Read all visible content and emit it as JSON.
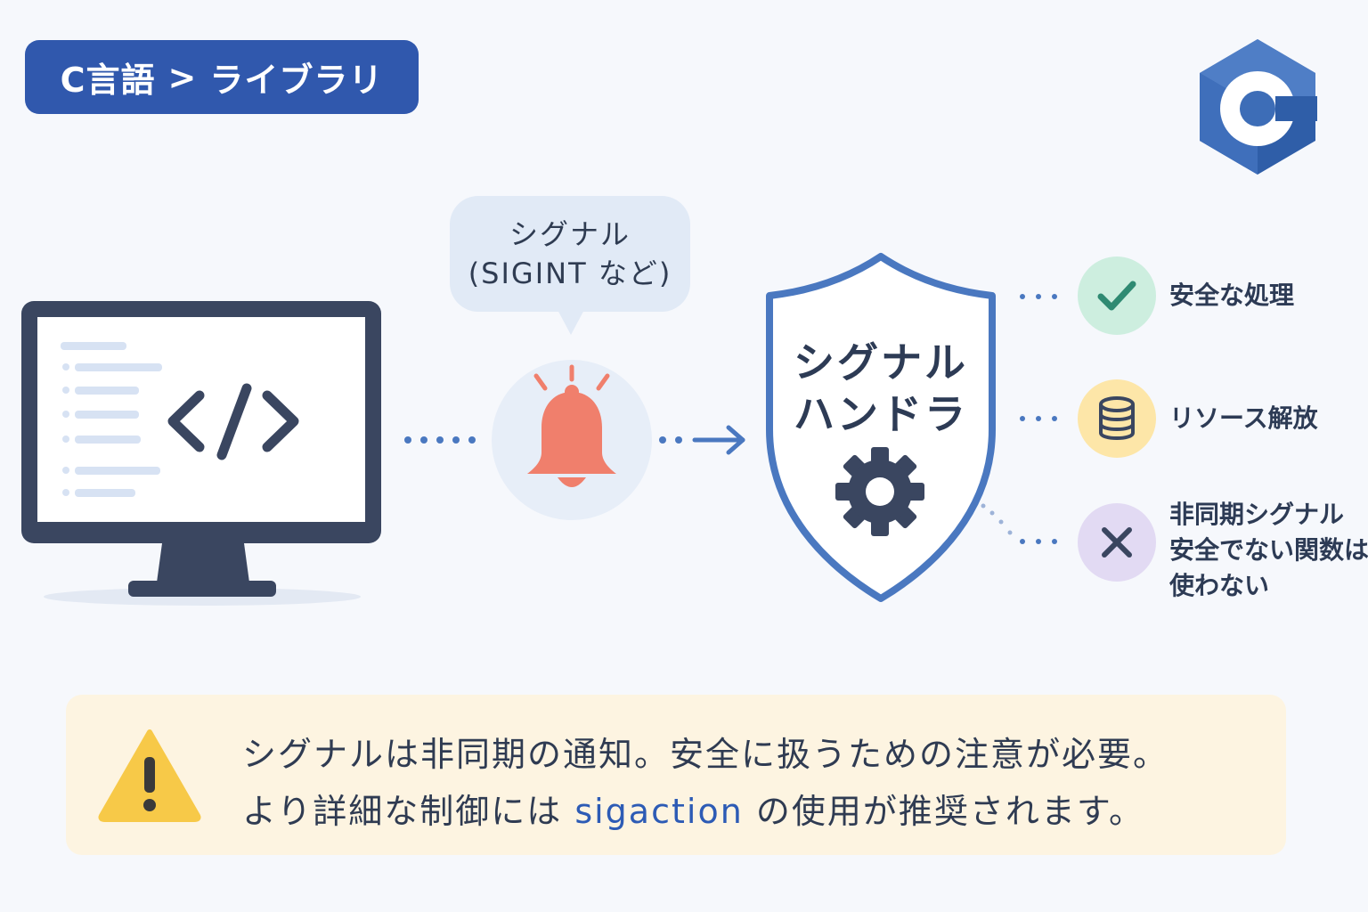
{
  "breadcrumb": {
    "language": "C言語",
    "separator": ">",
    "section": "ライブラリ"
  },
  "logo": {
    "icon": "c-language-logo-icon",
    "letter": "C"
  },
  "signal_bubble": {
    "line1": "シグナル",
    "line2": "(SIGINT など)"
  },
  "bell": {
    "icon": "bell-icon"
  },
  "handler": {
    "line1": "シグナル",
    "line2": "ハンドラ",
    "icon": "gear-icon"
  },
  "options": [
    {
      "icon": "check-icon",
      "label": "安全な処理"
    },
    {
      "icon": "database-icon",
      "label": "リソース解放"
    },
    {
      "icon": "x-icon",
      "label_lines": [
        "非同期シグナル",
        "安全でない関数は",
        "使わない"
      ]
    }
  ],
  "notice": {
    "icon": "warning-icon",
    "line1": "シグナルは非同期の通知。安全に扱うための注意が必要。",
    "line2_pre": "より詳細な制御には ",
    "line2_keyword": "sigaction",
    "line2_post": " の使用が推奨されます。"
  },
  "colors": {
    "primary": "#3058ad",
    "bell": "#f07f6c",
    "shield": "#4a78c0",
    "check_bg": "#cdeedf",
    "db_bg": "#fde6a8",
    "x_bg": "#e2daf3",
    "notice_bg": "#fdf4e1",
    "warning": "#f7c948"
  }
}
